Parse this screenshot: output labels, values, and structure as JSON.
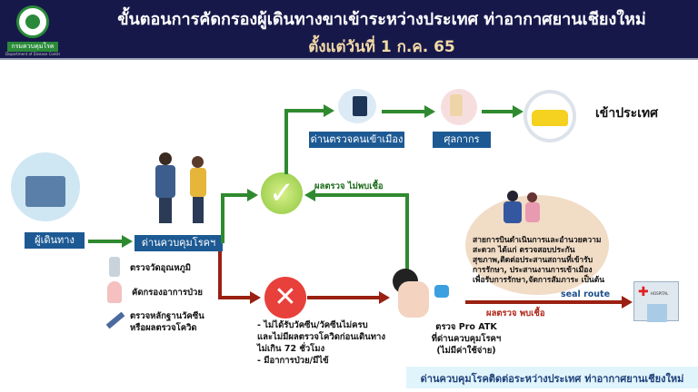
{
  "header": {
    "title": "ขั้นตอนการคัดกรองผู้เดินทางขาเข้าระหว่างประเทศ ท่าอากาศยานเชียงใหม่",
    "subtitle": "ตั้งแต่วันที่ 1 ก.ค. 65",
    "logo_text": "กรมควบคุมโรค",
    "logo_subtext": "Department of Disease Control"
  },
  "flow": {
    "traveler": "ผู้เดินทาง",
    "checkpoint": "ด่านควบคุมโรคฯ",
    "checks": [
      "ตรวจวัดอุณหภูมิ",
      "คัดกรองอาการป่วย",
      "ตรวจหลักฐานวัคซีน\nหรือผลตรวจโควิด"
    ],
    "immigration": "ด่านตรวจคนเข้าเมือง",
    "customs": "ศุลกากร",
    "enter": "เข้าประเทศ",
    "negative": "ผลตรวจ ไม่พบเชื้อ",
    "fail_conditions": "- ไม่ได้รับวัคซีน/วัคซีนไม่ครบ\nและไม่มีผลตรวจโควิดก่อนเดินทาง\nไม่เกิน 72 ชั่วโมง\n- มีอาการป่วย/มีไข้",
    "atk": "ตรวจ Pro ATK\nที่ด่านควบคุมโรคฯ\n(ไม่มีค่าใช้จ่าย)",
    "airline_note": "สายการบินดำเนินการและอำนวยความ\nสะดวก ได้แก่ ตรวจสอบประกัน\nสุขภาพ,ติดต่อประสานสถานที่เข้ารับ\nการรักษา, ประสานงานการเข้าเมือง\nเพื่อรับการรักษา,จัดการสัมภาระ เป็นต้น",
    "seal_route": "seal route",
    "positive": "ผลตรวจ พบเชื้อ",
    "hospital_sign": "HOSPITAL",
    "footer": "ด่านควบคุมโรคติดต่อระหว่างประเทศ ท่าอากาศยานเชียงใหม่"
  }
}
